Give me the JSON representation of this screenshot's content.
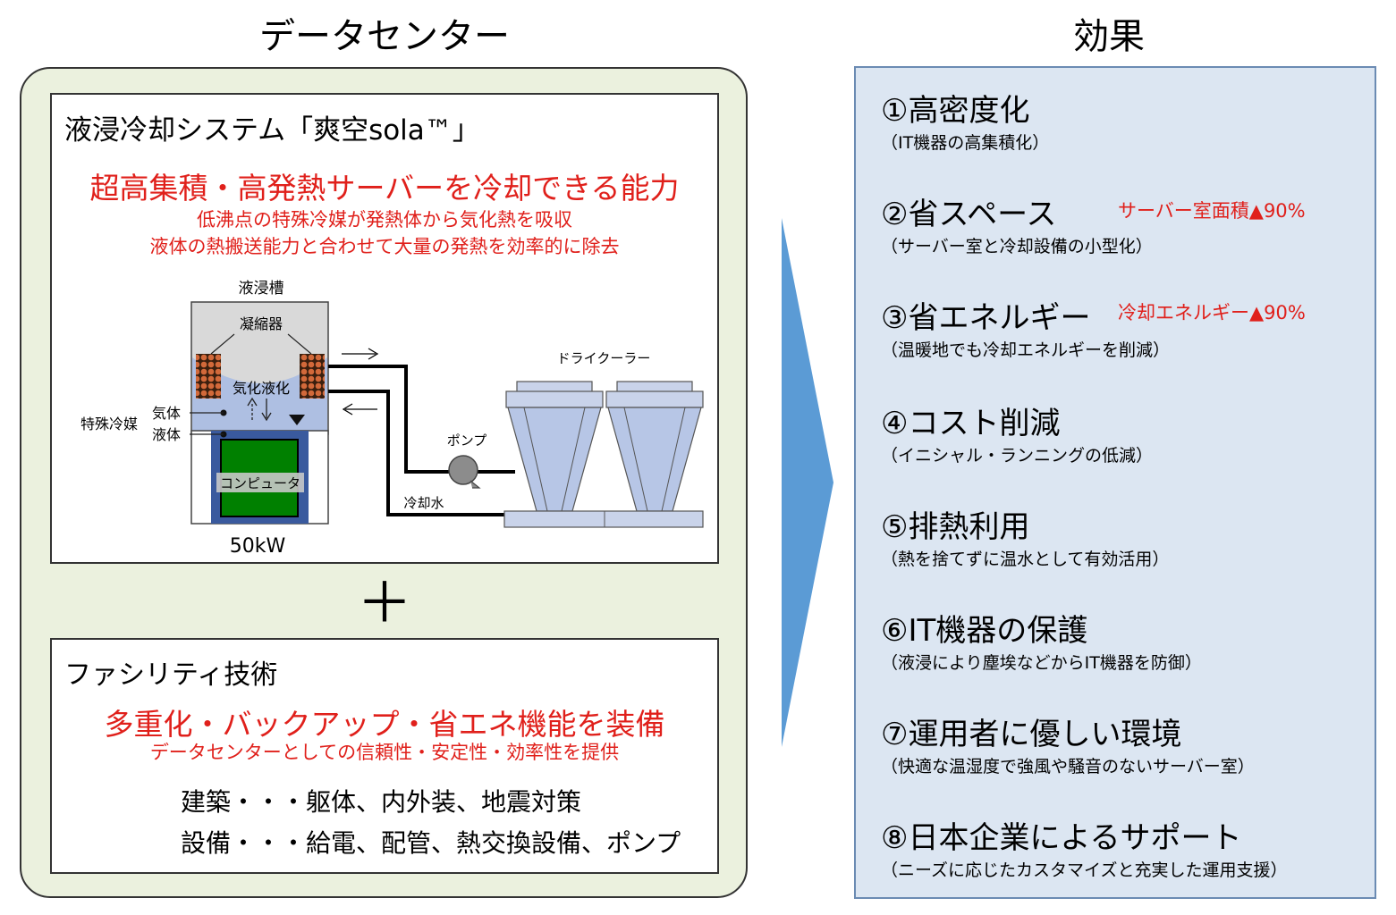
{
  "left_heading": "データセンター",
  "right_heading": "効果",
  "system": {
    "title": "液浸冷却システム「爽空sola™」",
    "headline": "超高集積・高発熱サーバーを冷却できる能力",
    "desc1": "低沸点の特殊冷媒が発熱体から気化熱を吸収",
    "desc2": "液体の熱搬送能力と合わせて大量の発熱を効率的に除去"
  },
  "diagram": {
    "tank_label": "液浸槽",
    "condenser": "凝縮器",
    "vaporize": "気化液化",
    "gas": "気体",
    "liquid": "液体",
    "coolant": "特殊冷媒",
    "computer": "コンピュータ",
    "power": "50kW",
    "pump": "ポンプ",
    "cooling_water": "冷却水",
    "dry_cooler": "ドライクーラー"
  },
  "plus": "＋",
  "facility": {
    "title": "ファシリティ技術",
    "headline": "多重化・バックアップ・省エネ機能を装備",
    "desc": "データセンターとしての信頼性・安定性・効率性を提供",
    "item1": "建築・・・躯体、内外装、地震対策",
    "item2": "設備・・・給電、配管、熱交換設備、ポンプ"
  },
  "effects": [
    {
      "title": "①高密度化",
      "sub": "（IT機器の高集積化）",
      "note": ""
    },
    {
      "title": "②省スペース",
      "sub": "（サーバー室と冷却設備の小型化）",
      "note": "サーバー室面積▲90%"
    },
    {
      "title": "③省エネルギー",
      "sub": "（温暖地でも冷却エネルギーを削減）",
      "note": "冷却エネルギー▲90%"
    },
    {
      "title": "④コスト削減",
      "sub": "（イニシャル・ランニングの低減）",
      "note": ""
    },
    {
      "title": "⑤排熱利用",
      "sub": "（熱を捨てずに温水として有効活用）",
      "note": ""
    },
    {
      "title": "⑥IT機器の保護",
      "sub": "（液浸により塵埃などからIT機器を防御）",
      "note": ""
    },
    {
      "title": "⑦運用者に優しい環境",
      "sub": "（快適な温湿度で強風や騒音のないサーバー室）",
      "note": ""
    },
    {
      "title": "⑧日本企業によるサポート",
      "sub": "（ニーズに応じたカスタマイズと充実した運用支援）",
      "note": ""
    }
  ],
  "colors": {
    "left_panel_bg": "#ebf1de",
    "right_panel_bg": "#dce6f2",
    "accent_red": "#e0201b",
    "arrow_blue": "#5b9bd5",
    "computer_green": "#008000",
    "tank_blue": "#3a5a9e"
  }
}
